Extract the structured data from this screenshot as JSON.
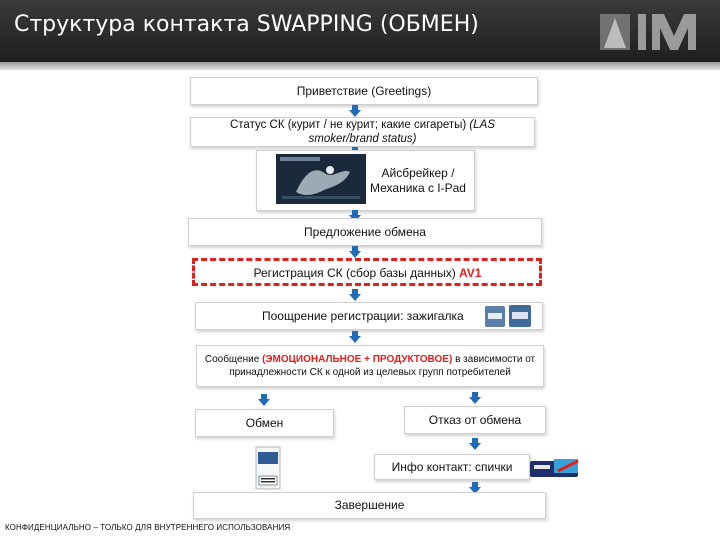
{
  "slide": {
    "title": "Структура контакта SWAPPING (ОБМЕН)",
    "footer": "КОНФИДЕНЦИАЛЬНО – ТОЛЬКО ДЛЯ ВНУТРЕННЕГО ИСПОЛЬЗОВАНИЯ"
  },
  "steps": {
    "greeting": "Приветствие (Greetings)",
    "status_text": "Статус СК (курит / не курит; какие сигареты) ",
    "status_italic": "(LAS smoker/brand status)",
    "icebreaker": "Айсбрейкер / Механика с I-Pad",
    "offer": "Предложение обмена",
    "registration_text": "Регистрация СК (сбор базы данных) ",
    "registration_code": "AV1",
    "reward": "Поощрение регистрации: зажигалка",
    "message_prefix": "Сообщение ",
    "message_highlight": "(ЭМОЦИОНАЛЬНОЕ + ПРОДУКТОВОЕ)",
    "message_suffix": " в зависимости от принадлежности СК к одной из целевых групп потребителей",
    "swap": "Обмен",
    "refuse": "Отказ от обмена",
    "info_contact": "Инфо контакт: спички",
    "finish": "Завершение"
  },
  "colors": {
    "arrow": "#1e6bb8",
    "highlight": "#e0201c",
    "header": "#2b2b2b"
  }
}
